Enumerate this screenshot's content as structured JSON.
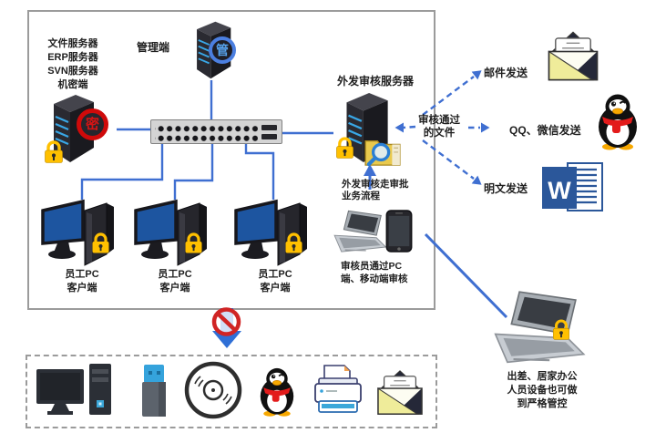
{
  "colors": {
    "line_blue": "#3f6fd1",
    "lock_yellow": "#ffc000",
    "alert_red": "#cf0a0a",
    "word_blue": "#2b579a",
    "zone_border_gray": "#9b9b9b"
  },
  "network_zone": {
    "server_group_label": "文件服务器\nERP服务器\nSVN服务器\n机密端",
    "admin_server": {
      "label": "管理端",
      "badge": "管"
    },
    "confidential_server": {
      "badge": "密"
    },
    "review_server": {
      "label": "外发审核服务器"
    },
    "workflow_note": "外发审核走审批\n业务流程",
    "reviewer_note": "审核员通过PC\n端、移动端审核",
    "workstations": [
      {
        "label": "员工PC\n客户端"
      },
      {
        "label": "员工PC\n客户端"
      },
      {
        "label": "员工PC\n客户端"
      }
    ]
  },
  "outbound": {
    "approved_files_label": "审核通过\n的文件",
    "channels": [
      {
        "label": "邮件发送",
        "icon": "envelope-icon"
      },
      {
        "label": "QQ、微信发送",
        "icon": "qq-icon"
      },
      {
        "label": "明文发送",
        "icon": "word-doc-icon"
      }
    ],
    "word_logo_letter": "W"
  },
  "blocked_zone": {
    "icons": [
      "desktop-computer",
      "usb-drive",
      "cd-disc",
      "qq-penguin",
      "printer",
      "mail-envelope"
    ]
  },
  "remote_note": "出差、居家办公\n人员设备也可做\n到严格管控"
}
